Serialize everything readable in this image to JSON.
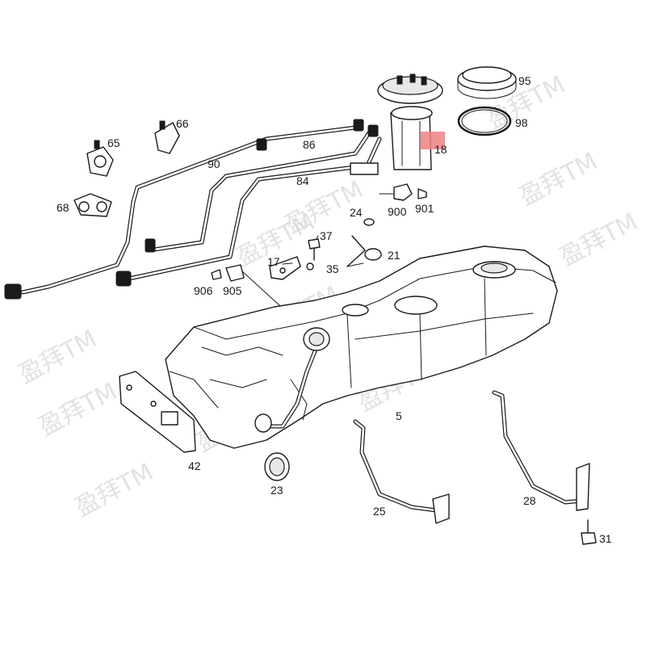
{
  "watermark": {
    "text": "盈拜TM",
    "color": "#d9d9d9"
  },
  "highlight": {
    "color": "#f08080",
    "part": "18"
  },
  "labels": {
    "p95": "95",
    "p98": "98",
    "p18": "18",
    "p66": "66",
    "p65": "65",
    "p90": "90",
    "p86": "86",
    "p84": "84",
    "p68": "68",
    "p900": "900",
    "p901": "901",
    "p24": "24",
    "p37": "37",
    "p17": "17",
    "p21": "21",
    "p35": "35",
    "p906": "906",
    "p905": "905",
    "p5": "5",
    "p42": "42",
    "p23": "23",
    "p25": "25",
    "p28": "28",
    "p31": "31"
  }
}
